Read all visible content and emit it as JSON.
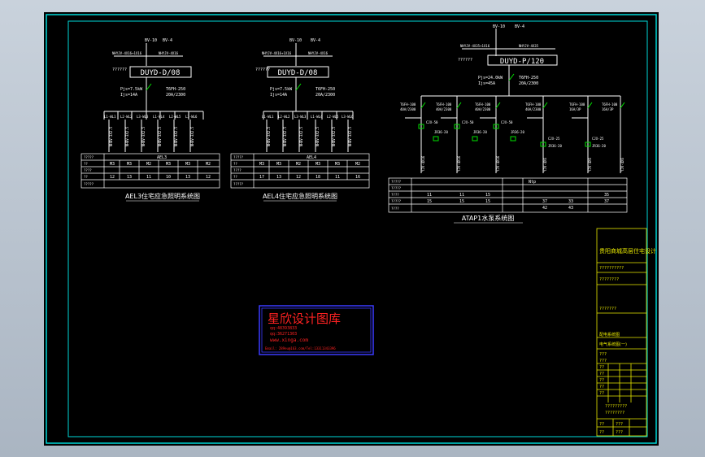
{
  "drawing": {
    "colors": {
      "frame": "#00d8d8",
      "wire": "#ffffff",
      "breaker": "#00e000",
      "title_block": "#e8e800",
      "wm_text": "#ff2222",
      "wm_border": "#3a3aff"
    },
    "panels": [
      {
        "id": "ael3",
        "panel_label": "DUYD-D/08",
        "breaker": "T6FH-250",
        "breaker_rating": "20A/2300",
        "load": "Pjs=7.5kW",
        "caption": "AEL3住宅应急照明系统图",
        "table_header": "AEL3",
        "table_values": [
          "M3",
          "M2",
          "M3",
          "M3",
          "M2",
          "M3",
          "12",
          "13",
          "11",
          "10",
          "13",
          "12"
        ]
      },
      {
        "id": "ael4",
        "panel_label": "DUYD-D/08",
        "breaker": "T6FH-250",
        "breaker_rating": "20A/2300",
        "load": "Pjs=7.5kW",
        "caption": "AEL4住宅应急照明系统图",
        "table_header": "AEL4",
        "table_values": [
          "M3",
          "M2",
          "M3",
          "M3",
          "M2",
          "M3",
          "17",
          "13",
          "12",
          "18",
          "11",
          "16"
        ]
      },
      {
        "id": "atap1",
        "panel_label": "DUYD-P/120",
        "breaker": "T6FH-250",
        "breaker_rating": "20A/2300",
        "load": "Pjs=24.0kW",
        "caption": "ATAP1水泵系统图",
        "branch_breakers": [
          "T6FH-100",
          "T6FH-100",
          "T6FH-100",
          "T6FH-100",
          "T6FH-100",
          "T6FH-100"
        ],
        "branch_ratings": [
          "40A/2300",
          "40A/2300",
          "40A/2300",
          "40A/2300",
          "16A/3P",
          "16A/3P"
        ],
        "table_header": "Ntp",
        "table_values": [
          "11",
          "11",
          "15",
          "15",
          "15",
          "15",
          "37",
          "33",
          "37",
          "35",
          "42",
          "43"
        ]
      }
    ],
    "watermark": {
      "title": "星欣设计图库",
      "qq1": "qq:48393833",
      "qq2": "qq:36271303",
      "site": "www.xinga.com",
      "email": "Email: 289eu@163.com/Tel:13311343396"
    },
    "title_block": {
      "project_title": "贵阳商城高层住宅设计",
      "sub_label": "配电系统图",
      "drawing_name": "电气系统图(一)"
    }
  }
}
